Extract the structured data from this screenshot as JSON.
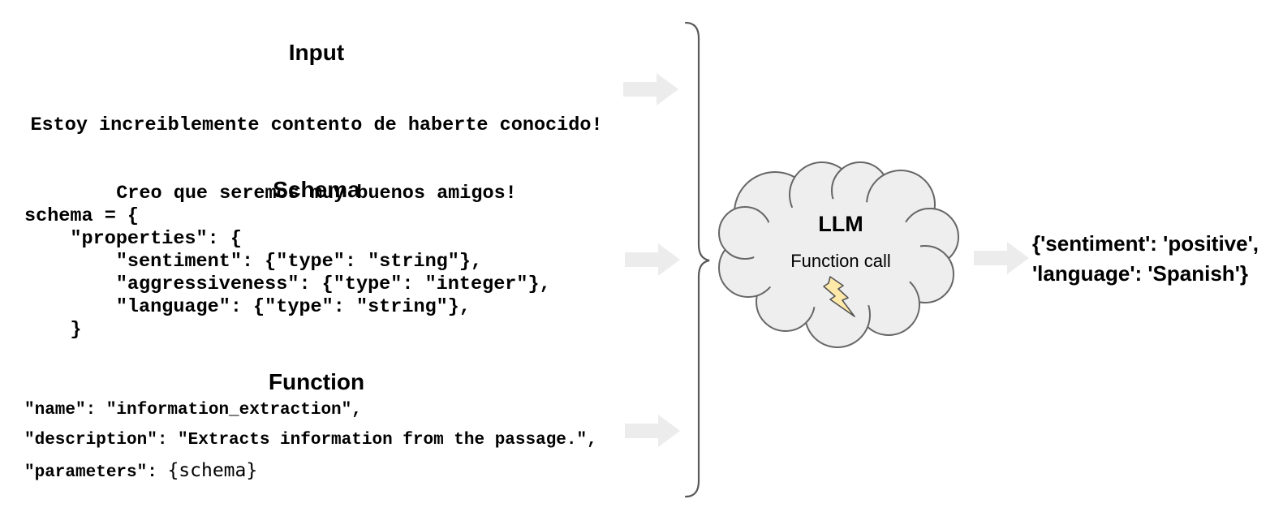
{
  "diagram": {
    "input": {
      "title": "Input",
      "line1": "Estoy increiblemente contento de haberte conocido!",
      "line2": "Creo que seremos muy buenos amigos!"
    },
    "schema": {
      "title": "Schema",
      "code": "schema = {\n    \"properties\": {\n        \"sentiment\": {\"type\": \"string\"},\n        \"aggressiveness\": {\"type\": \"integer\"},\n        \"language\": {\"type\": \"string\"},\n    }"
    },
    "function": {
      "title": "Function",
      "line1": "\"name\": \"information_extraction\",",
      "line2": "\"description\": \"Extracts information from the passage.\",",
      "line3_prefix": "\"parameters\": ",
      "line3_schema_token": "{schema}"
    },
    "llm": {
      "title": "LLM",
      "subtitle": "Function call",
      "icon": "lightning-bolt"
    },
    "output": {
      "line1": "{'sentiment': 'positive',",
      "line2": "'language': 'Spanish'}"
    },
    "icons": {
      "arrows": "right-block-arrow",
      "brace": "right-curly-brace"
    },
    "colors": {
      "background": "#ffffff",
      "text": "#000000",
      "arrow_fill": "#ececec",
      "brace_stroke": "#595959",
      "cloud_fill": "#eeeeee",
      "cloud_stroke": "#666666",
      "bolt_fill": "#ffe9a8",
      "bolt_stroke": "#555555"
    }
  }
}
